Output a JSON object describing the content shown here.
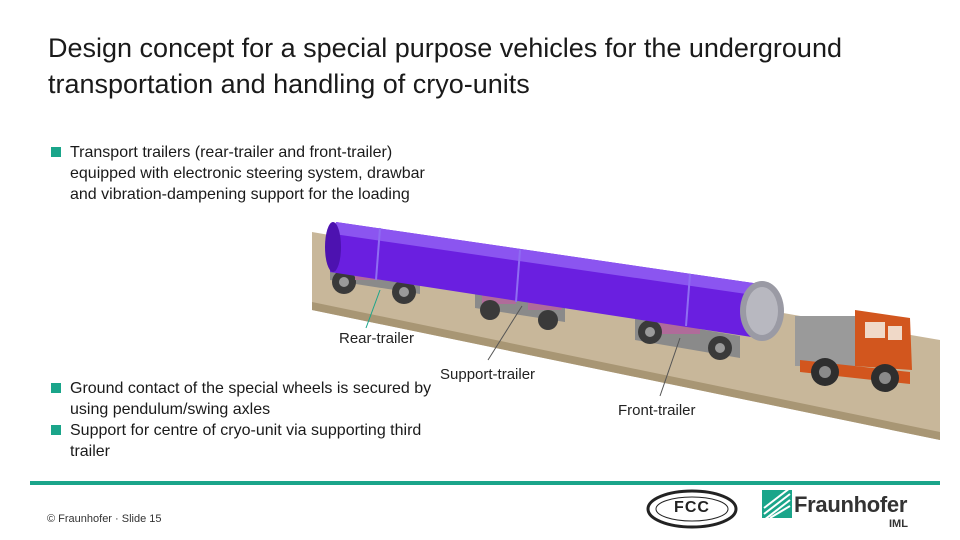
{
  "slide": {
    "title": "Design concept for a special purpose vehicles for the underground transportation and handling of cryo-units",
    "bullets_top": [
      "Transport trailers (rear-trailer and front-trailer) equipped with electronic steering system, drawbar and vibration-dampening support for the loading"
    ],
    "bullets_bottom": [
      "Ground contact of the special wheels is secured by using pendulum/swing axles",
      "Support for centre of cryo-unit via supporting third trailer"
    ]
  },
  "figure": {
    "labels": {
      "rear": "Rear-trailer",
      "support": "Support-trailer",
      "front": "Front-trailer"
    }
  },
  "footer": {
    "text": "© Fraunhofer · Slide 15",
    "logo_fcc": "FCC",
    "logo_fraunhofer": "Fraunhofer",
    "logo_iml": "IML"
  },
  "colors": {
    "accent": "#1aa58a",
    "cryo_unit": "#6a1fe0",
    "tractor": "#d2561e"
  }
}
